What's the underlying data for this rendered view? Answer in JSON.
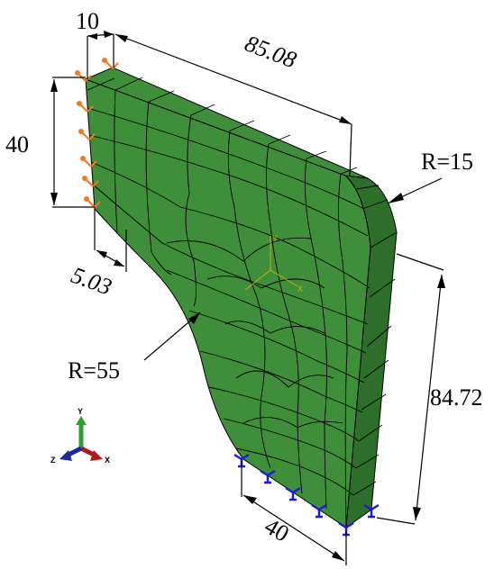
{
  "dimensions": {
    "thickness": "10",
    "top_length": "85.08",
    "left_height": "40",
    "offset": "5.03",
    "fillet_radius": "R=15",
    "arc_radius": "R=55",
    "right_height": "84.72",
    "bottom_width": "40"
  },
  "triad": {
    "y_label": "Y",
    "z_label": "Z",
    "x_label": "X"
  },
  "colors": {
    "face": "#3f8f3a",
    "face_dark": "#2c6e2a",
    "mesh": "#000000",
    "load_marker": "#f07a1e",
    "bc_marker": "#1a1ae6",
    "axis_y": "#2ea02e",
    "axis_x": "#b01a1a",
    "axis_z": "#1a2a9a"
  }
}
